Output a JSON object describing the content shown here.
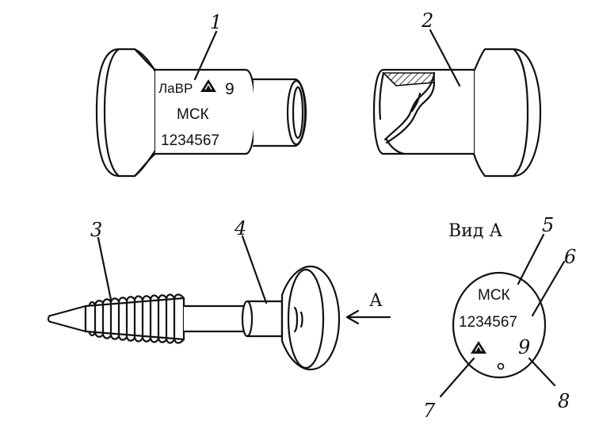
{
  "callouts": {
    "n1": "1",
    "n2": "2",
    "n3": "3",
    "n4": "4",
    "n5": "5",
    "n6": "6",
    "n7": "7",
    "n8": "8"
  },
  "seal_body_marking": {
    "line1_prefix": "ЛаВР",
    "line1_number": "9",
    "line2": "МСК",
    "line3": "1234567"
  },
  "view_a": {
    "title": "Вид А",
    "line1": "МСК",
    "line2": "1234567",
    "number": "9"
  },
  "arrow_label": "А"
}
